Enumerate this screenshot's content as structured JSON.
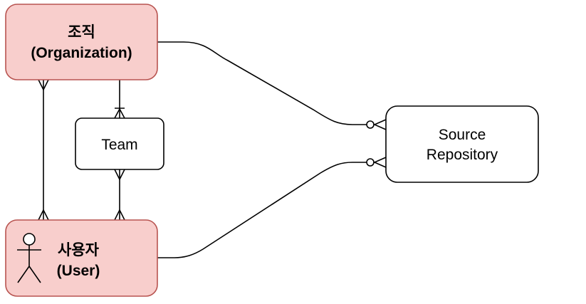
{
  "diagram": {
    "entities": {
      "organization": {
        "line1": "조직",
        "line2": "(Organization)"
      },
      "team": {
        "label": "Team"
      },
      "user": {
        "line1": "사용자",
        "line2": "(User)",
        "icon": "actor-icon"
      },
      "source_repository": {
        "line1": "Source",
        "line2": "Repository"
      }
    },
    "colors": {
      "highlight_fill": "#f8cecc",
      "highlight_stroke": "#b85450",
      "line": "#000000"
    },
    "relationships": [
      {
        "from": "organization",
        "to": "user",
        "from_end": "many",
        "to_end": "many"
      },
      {
        "from": "organization",
        "to": "team",
        "from_end": "none",
        "to_end": "one-or-many"
      },
      {
        "from": "team",
        "to": "user",
        "from_end": "many",
        "to_end": "many"
      },
      {
        "from": "organization",
        "to": "source_repository",
        "to_end": "zero-or-many"
      },
      {
        "from": "user",
        "to": "source_repository",
        "to_end": "zero-or-many"
      }
    ]
  }
}
